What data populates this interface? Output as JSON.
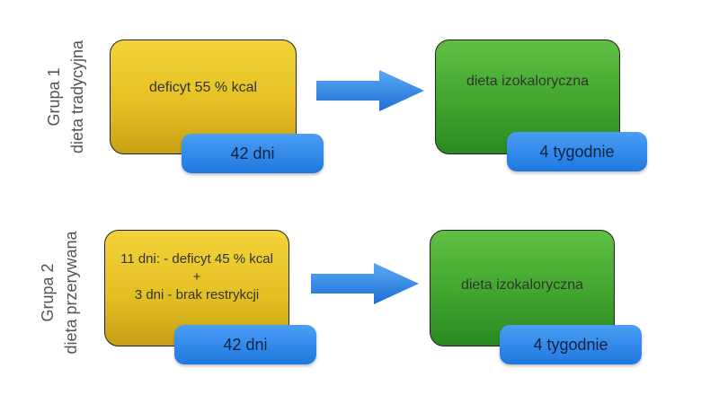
{
  "groups": [
    {
      "label_line1": "Grupa 1",
      "label_line2": "dieta tradycyjna",
      "box1_text": "deficyt 55 % kcal",
      "box1_badge": "42 dni",
      "box2_text": "dieta izokaloryczna",
      "box2_badge": "4 tygodnie"
    },
    {
      "label_line1": "Grupa 2",
      "label_line2": "dieta przerywana",
      "box1_lines": [
        "11 dni: - deficyt 45 % kcal",
        "+",
        "3 dni - brak restrykcji"
      ],
      "box1_badge": "42 dni",
      "box2_text": "dieta izokaloryczna",
      "box2_badge": "4 tygodnie"
    }
  ],
  "colors": {
    "yellow_box": "#e5c023",
    "green_box": "#3ea22c",
    "badge_blue": "#1f78e0",
    "arrow_blue": "#2a7fe0"
  }
}
